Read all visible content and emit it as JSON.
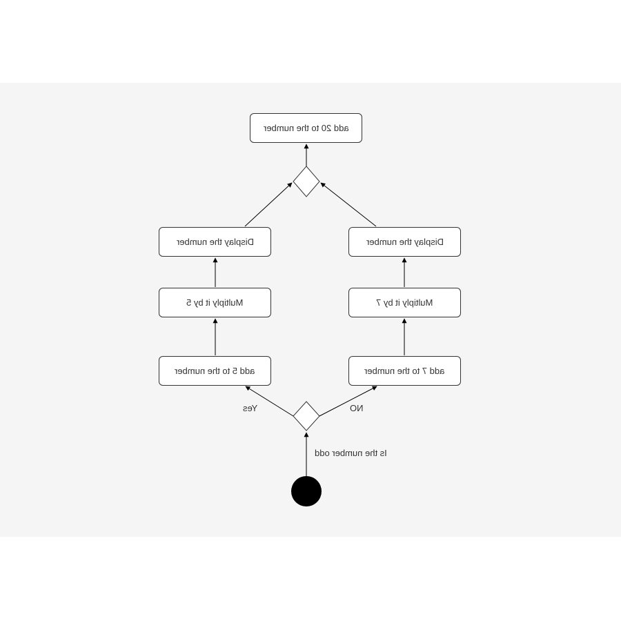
{
  "diagram": {
    "condition_label": "Is the number odd",
    "branch_yes": "Yes",
    "branch_no": "NO",
    "left_branch": {
      "step1": "add 5 to the number",
      "step2": "Multiply it by 5",
      "step3": "Display the number"
    },
    "right_branch": {
      "step1": "add 7 to the number",
      "step2": "Multiply it by 7",
      "step3": "Display the number"
    },
    "final_step": "add 20 to the number"
  }
}
